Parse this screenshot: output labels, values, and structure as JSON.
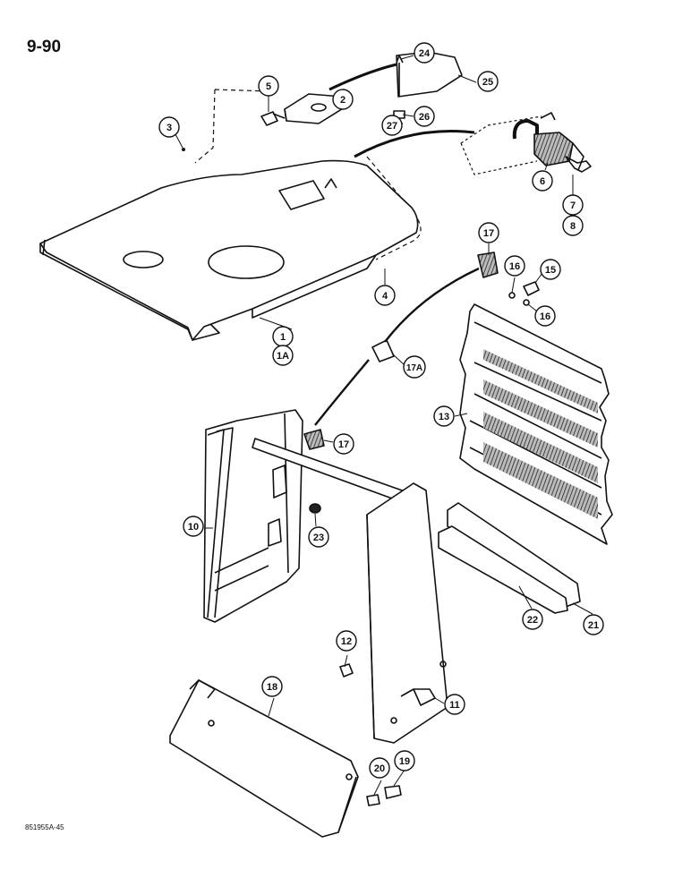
{
  "page_number": "9-90",
  "drawing_id": "851955A-45",
  "callouts": [
    {
      "id": "c24",
      "label": "24"
    },
    {
      "id": "c25",
      "label": "25"
    },
    {
      "id": "c5",
      "label": "5"
    },
    {
      "id": "c2",
      "label": "2"
    },
    {
      "id": "c27",
      "label": "27"
    },
    {
      "id": "c26",
      "label": "26"
    },
    {
      "id": "c3",
      "label": "3"
    },
    {
      "id": "c6",
      "label": "6"
    },
    {
      "id": "c7",
      "label": "7"
    },
    {
      "id": "c8",
      "label": "8"
    },
    {
      "id": "c17a",
      "label": "17"
    },
    {
      "id": "c16a",
      "label": "16"
    },
    {
      "id": "c15",
      "label": "15"
    },
    {
      "id": "c16b",
      "label": "16"
    },
    {
      "id": "c4",
      "label": "4"
    },
    {
      "id": "c1",
      "label": "1"
    },
    {
      "id": "c1a",
      "label": "1A"
    },
    {
      "id": "c17A",
      "label": "17A"
    },
    {
      "id": "c13",
      "label": "13"
    },
    {
      "id": "c17b",
      "label": "17"
    },
    {
      "id": "c10",
      "label": "10"
    },
    {
      "id": "c23",
      "label": "23"
    },
    {
      "id": "c22",
      "label": "22"
    },
    {
      "id": "c21",
      "label": "21"
    },
    {
      "id": "c12",
      "label": "12"
    },
    {
      "id": "c11",
      "label": "11"
    },
    {
      "id": "c18",
      "label": "18"
    },
    {
      "id": "c20",
      "label": "20"
    },
    {
      "id": "c19",
      "label": "19"
    }
  ]
}
